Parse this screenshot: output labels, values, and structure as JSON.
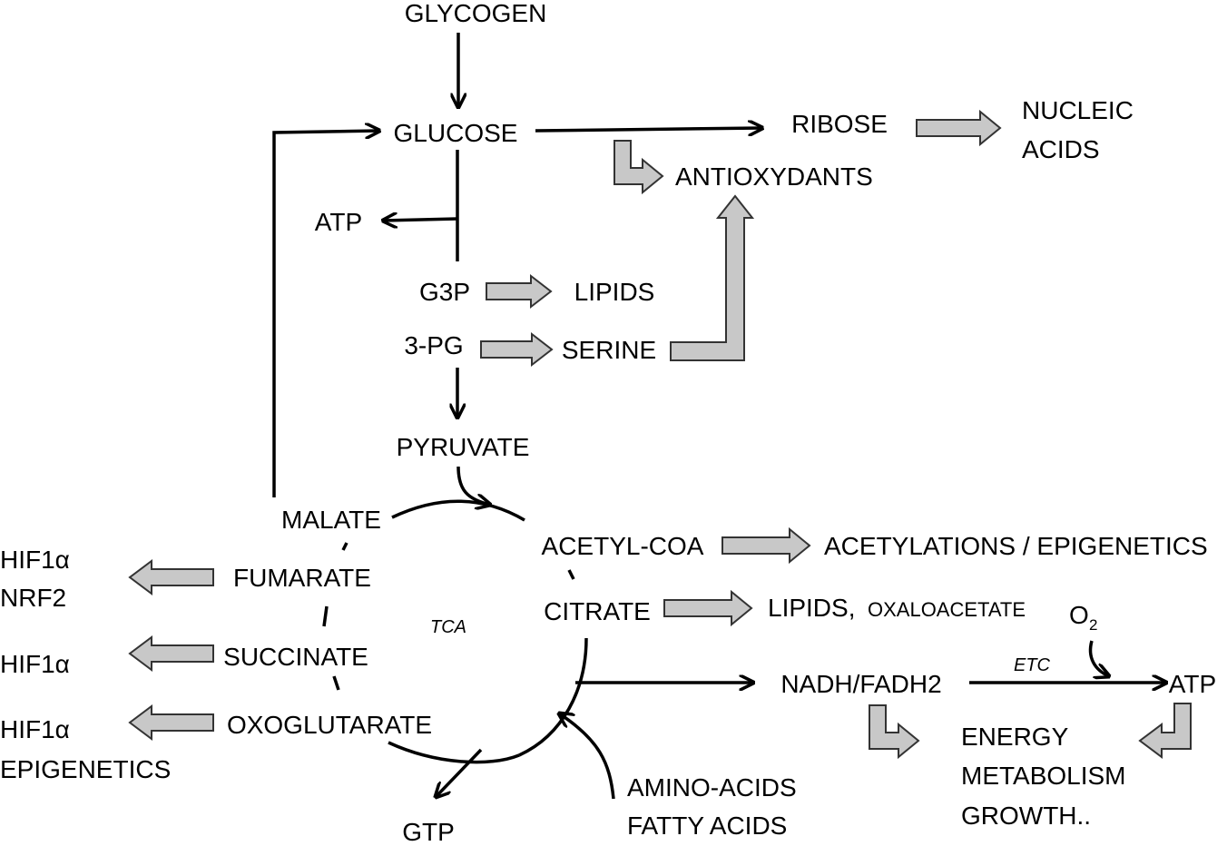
{
  "nodes": {
    "glycogen": "GLYCOGEN",
    "glucose": "GLUCOSE",
    "ribose": "RIBOSE",
    "nucleic_acids_1": "NUCLEIC",
    "nucleic_acids_2": "ACIDS",
    "antioxydants": "ANTIOXYDANTS",
    "atp_glycolysis": "ATP",
    "g3p": "G3P",
    "lipids_g3p": "LIPIDS",
    "pg3": "3-PG",
    "serine": "SERINE",
    "pyruvate": "PYRUVATE",
    "malate": "MALATE",
    "acetyl_coa": "ACETYL-COA",
    "acetylations": "ACETYLATIONS / EPIGENETICS",
    "fumarate": "FUMARATE",
    "hif1a_fumarate": "HIF1α",
    "nrf2": "NRF2",
    "citrate": "CITRATE",
    "lipids_citrate": "LIPIDS,",
    "oxaloacetate": "OXALOACETATE",
    "o2_main": "O",
    "o2_sub": "2",
    "tca": "TCA",
    "succinate": "SUCCINATE",
    "hif1a_succinate": "HIF1α",
    "nadh": "NADH/FADH2",
    "etc": "ETC",
    "atp_etc": "ATP",
    "oxoglutarate": "OXOGLUTARATE",
    "hif1a_oxo": "HIF1α",
    "epigenetics": "EPIGENETICS",
    "energy_1": "ENERGY",
    "energy_2": "METABOLISM",
    "energy_3": "GROWTH..",
    "amino_acids": "AMINO-ACIDS",
    "fatty_acids": "FATTY ACIDS",
    "gtp": "GTP"
  }
}
